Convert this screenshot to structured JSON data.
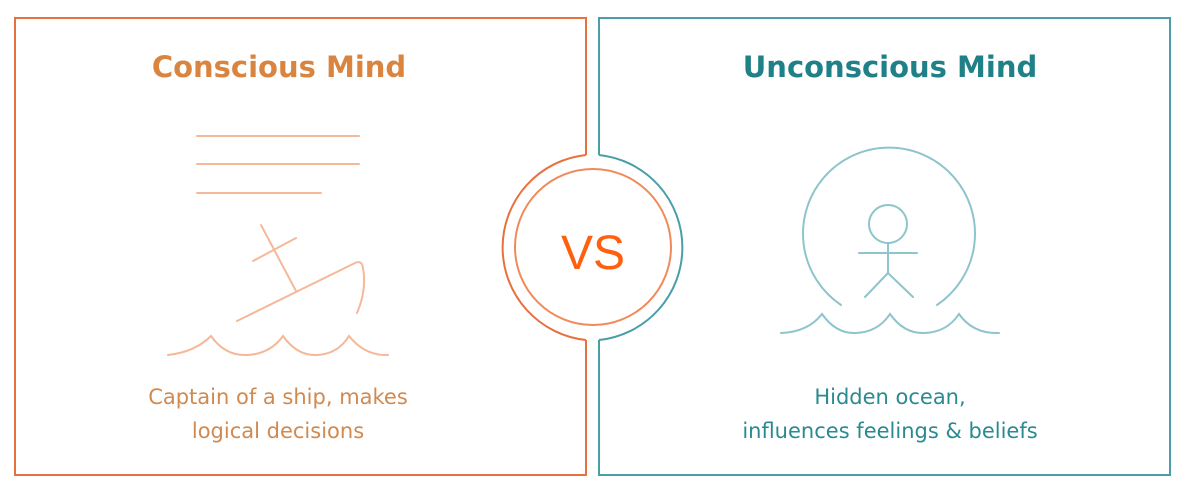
{
  "left": {
    "title": "Conscious Mind",
    "caption_line1": "Captain of a ship, makes",
    "caption_line2": "logical decisions",
    "color": "#d9853f"
  },
  "right": {
    "title": "Unconscious Mind",
    "caption_line1": "Hidden ocean,",
    "caption_line2": "influences feelings & beliefs",
    "color": "#1f8088"
  },
  "center": {
    "label": "VS",
    "color": "#ff6010"
  }
}
